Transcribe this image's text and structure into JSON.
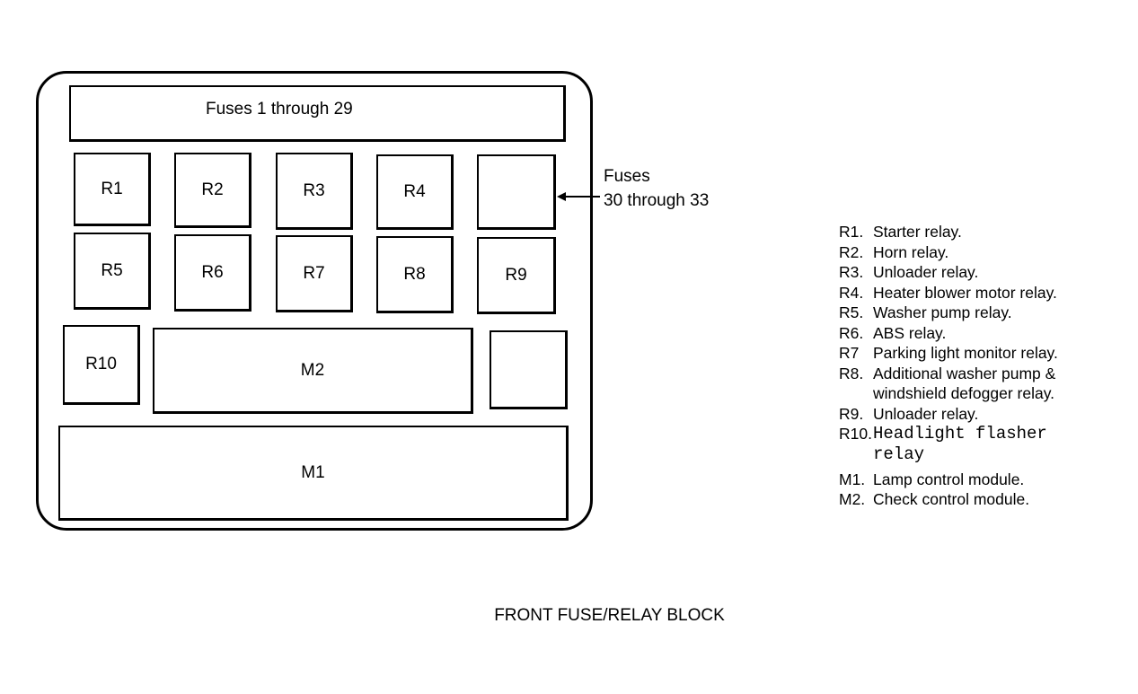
{
  "block": {
    "fuses_main": "Fuses  1 through 29",
    "relays": [
      "R1",
      "R2",
      "R3",
      "R4",
      "R5",
      "R6",
      "R7",
      "R8",
      "R9",
      "R10"
    ],
    "modules": [
      "M1",
      "M2"
    ]
  },
  "fuse_note": {
    "line1": "Fuses",
    "line2": "30 through 33"
  },
  "legend": [
    {
      "code": "R1.",
      "text": "Starter relay."
    },
    {
      "code": "R2.",
      "text": "Horn relay."
    },
    {
      "code": "R3.",
      "text": "Unloader relay."
    },
    {
      "code": "R4.",
      "text": "Heater blower motor relay."
    },
    {
      "code": "R5.",
      "text": "Washer pump relay."
    },
    {
      "code": "R6.",
      "text": "ABS relay."
    },
    {
      "code": "R7",
      "text": "Parking light monitor relay."
    },
    {
      "code": "R8.",
      "text": "Additional washer pump &"
    },
    {
      "code": "",
      "text": "windshield defogger relay."
    },
    {
      "code": "R9.",
      "text": "Unloader relay."
    },
    {
      "code": "R10.",
      "text": "Headlight flasher"
    },
    {
      "code": "",
      "text": "relay"
    },
    {
      "code": "M1.",
      "text": "Lamp control module."
    },
    {
      "code": "M2.",
      "text": "Check control module."
    }
  ],
  "caption": "FRONT FUSE/RELAY BLOCK"
}
